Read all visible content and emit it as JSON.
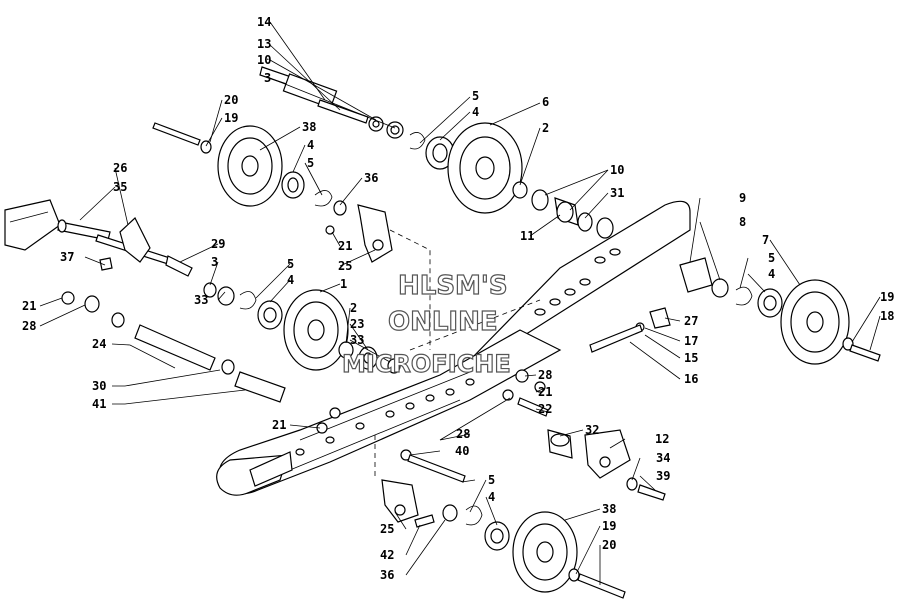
{
  "watermark": {
    "line1": "HLSM'S",
    "line2": "ONLINE",
    "line3": "MICROFICHE"
  },
  "callouts": {
    "c1": "1",
    "c2a": "2",
    "c2b": "2",
    "c3a": "3",
    "c3b": "3",
    "c4a": "4",
    "c4b": "4",
    "c4c": "4",
    "c4d": "4",
    "c4e": "4",
    "c5a": "5",
    "c5b": "5",
    "c5c": "5",
    "c5d": "5",
    "c5e": "5",
    "c6": "6",
    "c7": "7",
    "c8": "8",
    "c9": "9",
    "c10a": "10",
    "c10b": "10",
    "c11": "11",
    "c12": "12",
    "c13": "13",
    "c14": "14",
    "c15": "15",
    "c16": "16",
    "c17": "17",
    "c18": "18",
    "c19a": "19",
    "c19b": "19",
    "c19c": "19",
    "c20a": "20",
    "c20b": "20",
    "c21a": "21",
    "c21b": "21",
    "c21c": "21",
    "c21d": "21",
    "c22": "22",
    "c23": "23",
    "c24": "24",
    "c25a": "25",
    "c25b": "25",
    "c26": "26",
    "c27": "27",
    "c28a": "28",
    "c28b": "28",
    "c28c": "28",
    "c29": "29",
    "c30": "30",
    "c31": "31",
    "c32": "32",
    "c33a": "33",
    "c33b": "33",
    "c34": "34",
    "c35": "35",
    "c36a": "36",
    "c36b": "36",
    "c37": "37",
    "c38a": "38",
    "c38b": "38",
    "c39": "39",
    "c40": "40",
    "c41": "41",
    "c42": "42"
  }
}
